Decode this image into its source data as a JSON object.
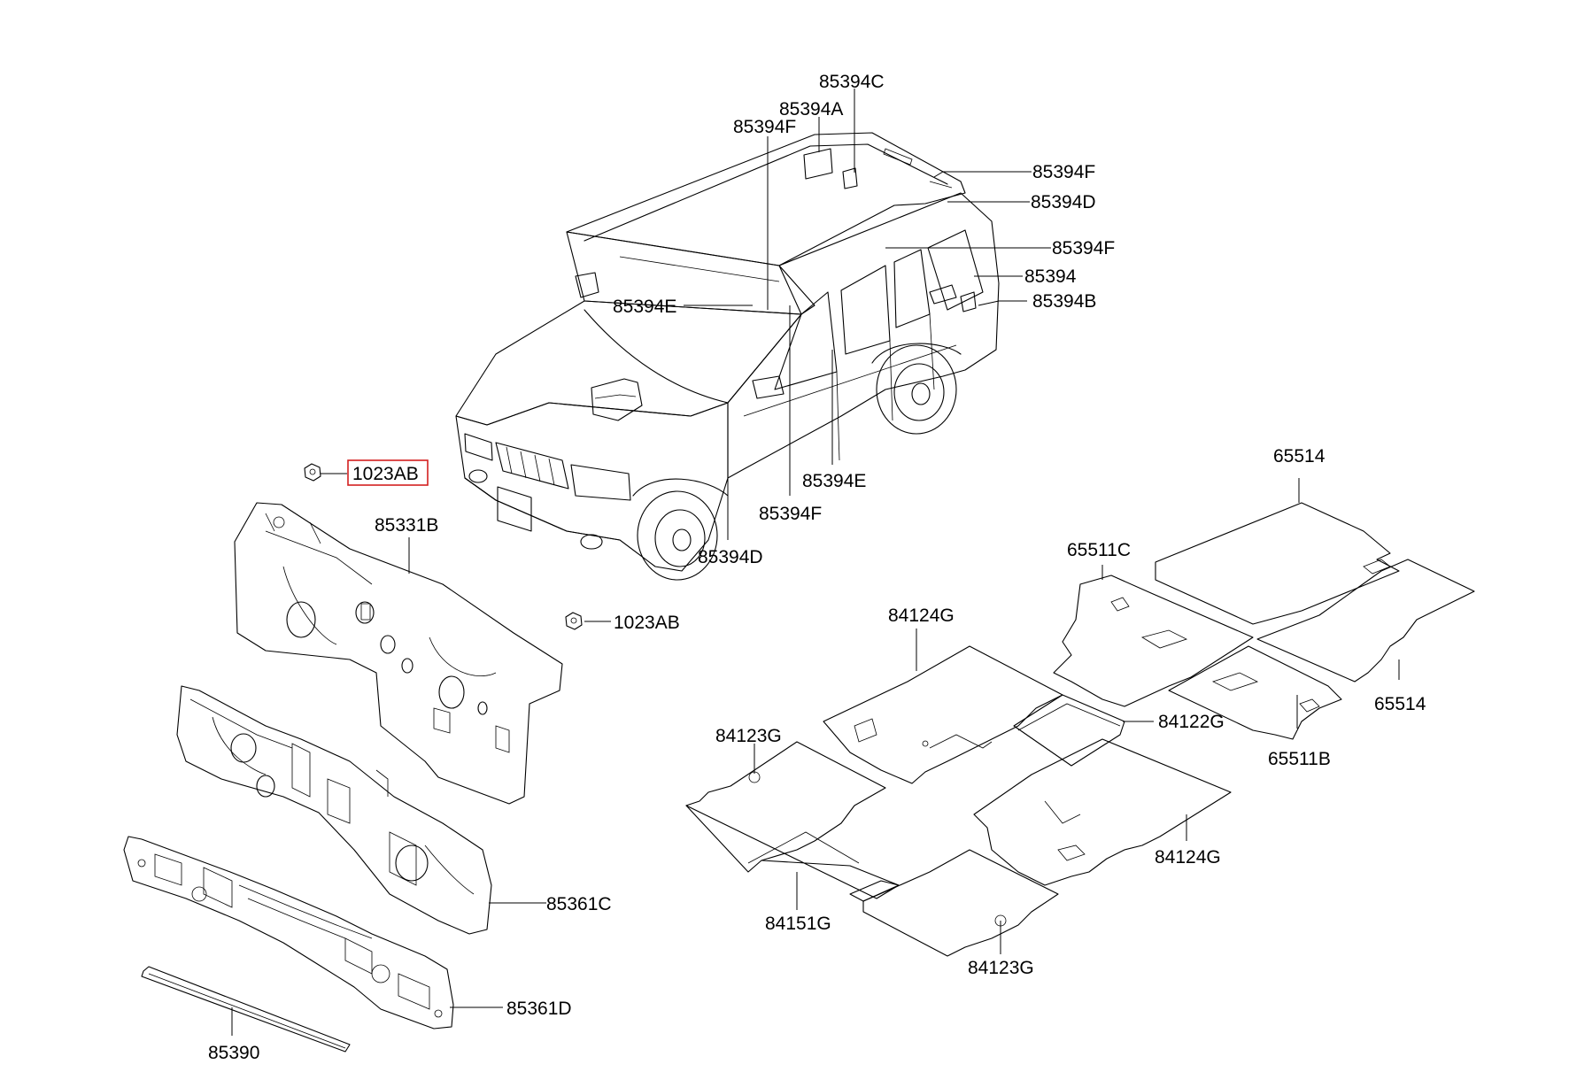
{
  "diagram": {
    "highlight_color": "#d32020",
    "line_color": "#000000",
    "labels": {
      "l_85394C": "85394C",
      "l_85394A": "85394A",
      "l_85394F_a": "85394F",
      "l_85394F_b": "85394F",
      "l_85394D_a": "85394D",
      "l_85394F_c": "85394F",
      "l_85394": "85394",
      "l_85394B": "85394B",
      "l_85394E_a": "85394E",
      "l_85394E_b": "85394E",
      "l_85394F_d": "85394F",
      "l_85394D_b": "85394D",
      "l_1023AB_a": "1023AB",
      "l_85331B": "85331B",
      "l_1023AB_b": "1023AB",
      "l_85361C": "85361C",
      "l_85361D": "85361D",
      "l_85390": "85390",
      "l_65514_a": "65514",
      "l_65511C": "65511C",
      "l_84124G_a": "84124G",
      "l_84122G": "84122G",
      "l_65514_b": "65514",
      "l_65511B": "65511B",
      "l_84123G_a": "84123G",
      "l_84124G_b": "84124G",
      "l_84151G": "84151G",
      "l_84123G_b": "84123G"
    }
  }
}
